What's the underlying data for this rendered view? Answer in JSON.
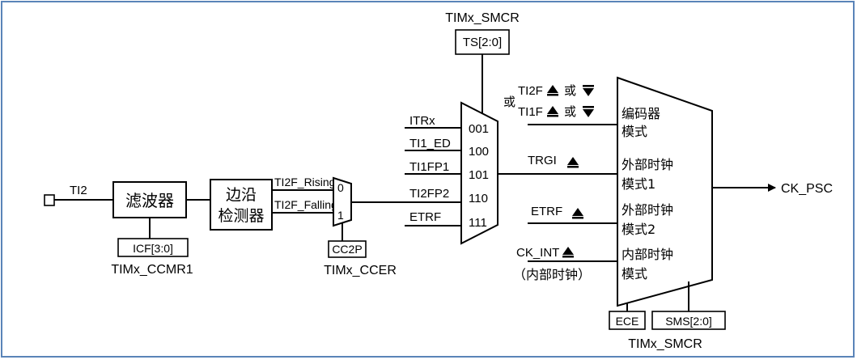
{
  "diagram": {
    "colors": {
      "border": "#5a84b8",
      "line": "#000000",
      "background": "#ffffff"
    },
    "input_label": "TI2",
    "filter": {
      "label": "滤波器",
      "reg_field": "ICF[3:0]",
      "reg_name": "TIMx_CCMR1"
    },
    "edge_detector": {
      "line1": "边沿",
      "line2": "检测器",
      "out_rising": "TI2F_Rising",
      "out_falling": "TI2F_Falling"
    },
    "mux2": {
      "in0": "0",
      "in1": "1",
      "reg_field": "CC2P",
      "reg_name": "TIMx_CCER"
    },
    "ts_mux": {
      "reg_name": "TIMx_SMCR",
      "reg_field": "TS[2:0]",
      "inputs": [
        {
          "label": "ITRx",
          "code": "001"
        },
        {
          "label": "TI1_ED",
          "code": "100"
        },
        {
          "label": "TI1FP1",
          "code": "101"
        },
        {
          "label": "TI2FP2",
          "code": "110"
        },
        {
          "label": "ETRF",
          "code": "111"
        }
      ]
    },
    "signals": {
      "encoder_or": "或",
      "encoder_line1_prefix": "TI2F",
      "encoder_line2_prefix": "TI1F",
      "encoder_or_inner": "或",
      "trgi": "TRGI",
      "etrf": "ETRF",
      "ck_int": "CK_INT",
      "ck_int_note": "（内部时钟）"
    },
    "mode_block": {
      "modes": [
        {
          "line1": "编码器",
          "line2": "模式"
        },
        {
          "line1": "外部时钟",
          "line2": "模式1"
        },
        {
          "line1": "外部时钟",
          "line2": "模式2"
        },
        {
          "line1": "内部时钟",
          "line2": "模式"
        }
      ],
      "reg_field_ece": "ECE",
      "reg_field_sms": "SMS[2:0]",
      "reg_name": "TIMx_SMCR"
    },
    "output_label": "CK_PSC"
  }
}
